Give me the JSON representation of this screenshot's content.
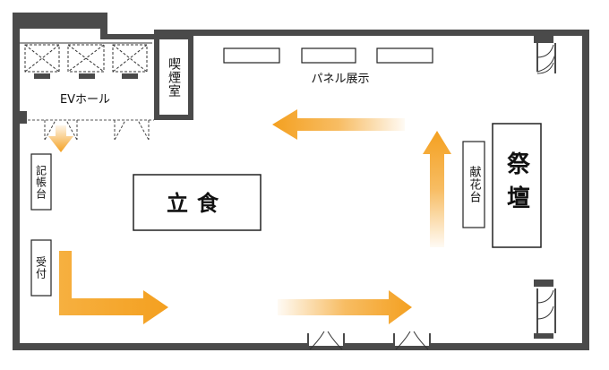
{
  "labels": {
    "ev_hall": "EVホール",
    "smoking_room": "喫煙室",
    "panel_display": "パネル展示",
    "standing_meal": "立食",
    "guestbook_table": "記帳台",
    "reception": "受付",
    "flower_table": "献花台",
    "altar": "祭壇"
  },
  "colors": {
    "wall": "#4a4a4a",
    "arrow": "#f4a020",
    "box_stroke": "#222222",
    "floor": "#ffffff"
  },
  "icons": {
    "door": "double-door-swing",
    "elevator": "elevator-x-box",
    "flow": "orange-arrow"
  }
}
